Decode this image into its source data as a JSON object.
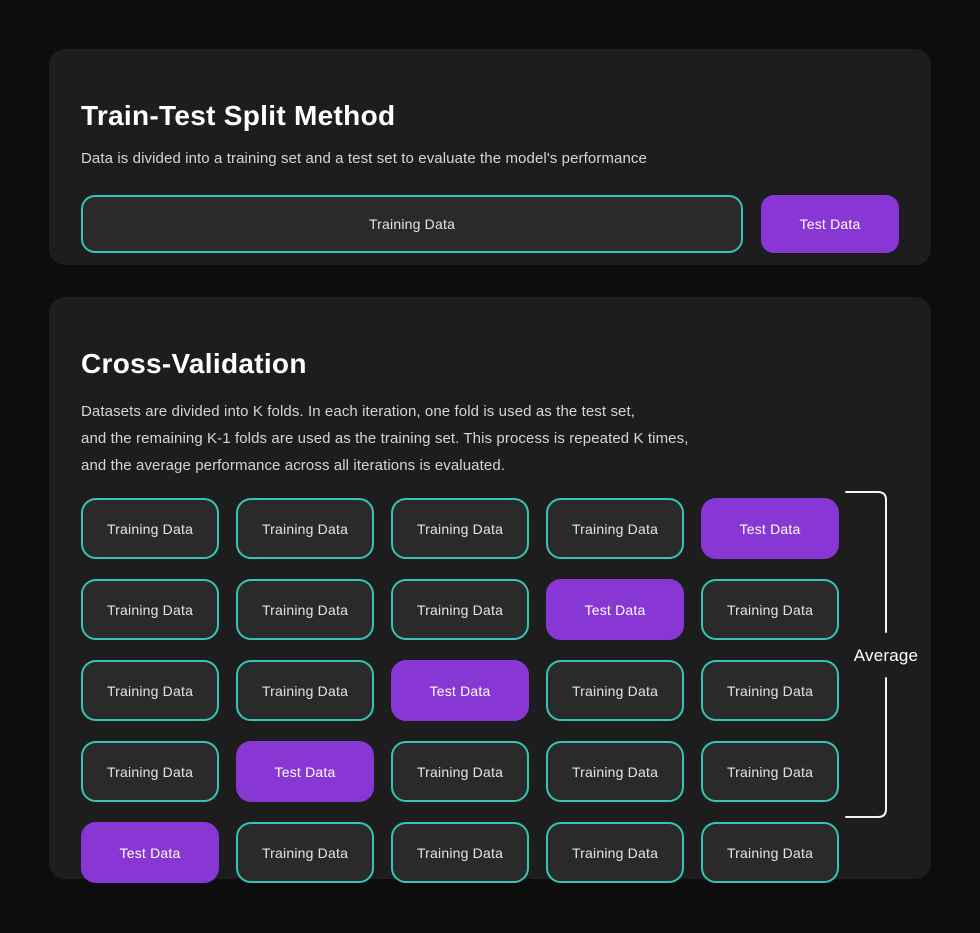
{
  "colors": {
    "background": "#0d0d0d",
    "panel": "#1d1d1d",
    "box_fill": "#2a2a2a",
    "teal_accent": "#35c4b5",
    "purple_accent": "#8836d4",
    "text_primary": "#ffffff",
    "text_secondary": "#d5d5d5"
  },
  "split_panel": {
    "title": "Train-Test Split Method",
    "description": "Data is divided into a training set and a test set to evaluate the model's performance",
    "training_label": "Training Data",
    "test_label": "Test Data"
  },
  "cv_panel": {
    "title": "Cross-Validation",
    "description_lines": [
      "Datasets are divided into K folds. In each iteration, one fold is used as the test set,",
      "and the remaining K-1 folds are used as the training set. This process is repeated K times,",
      "and the average performance across all iterations is evaluated."
    ],
    "average_label": "Average",
    "grid": [
      {
        "label": "Training Data",
        "type": "train"
      },
      {
        "label": "Training Data",
        "type": "train"
      },
      {
        "label": "Training Data",
        "type": "train"
      },
      {
        "label": "Training Data",
        "type": "train"
      },
      {
        "label": "Test Data",
        "type": "test"
      },
      {
        "label": "Training Data",
        "type": "train"
      },
      {
        "label": "Training Data",
        "type": "train"
      },
      {
        "label": "Training Data",
        "type": "train"
      },
      {
        "label": "Test Data",
        "type": "test"
      },
      {
        "label": "Training Data",
        "type": "train"
      },
      {
        "label": "Training Data",
        "type": "train"
      },
      {
        "label": "Training Data",
        "type": "train"
      },
      {
        "label": "Test Data",
        "type": "test"
      },
      {
        "label": "Training Data",
        "type": "train"
      },
      {
        "label": "Training Data",
        "type": "train"
      },
      {
        "label": "Training Data",
        "type": "train"
      },
      {
        "label": "Test Data",
        "type": "test"
      },
      {
        "label": "Training Data",
        "type": "train"
      },
      {
        "label": "Training Data",
        "type": "train"
      },
      {
        "label": "Training Data",
        "type": "train"
      },
      {
        "label": "Test Data",
        "type": "test"
      },
      {
        "label": "Training Data",
        "type": "train"
      },
      {
        "label": "Training Data",
        "type": "train"
      },
      {
        "label": "Training Data",
        "type": "train"
      },
      {
        "label": "Training Data",
        "type": "train"
      }
    ]
  }
}
